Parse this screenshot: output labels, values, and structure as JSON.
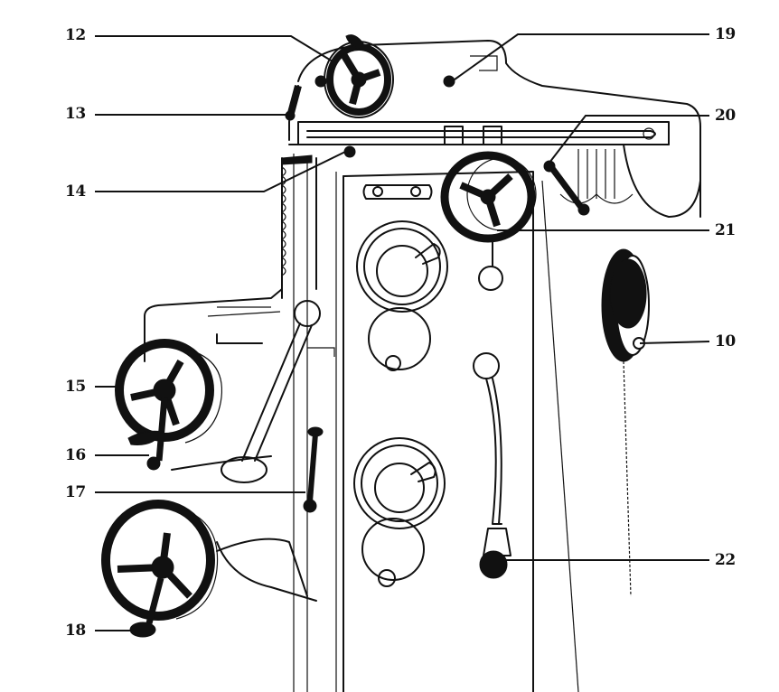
{
  "figure": {
    "description": "Milling machine controls line drawing with numbered callouts",
    "callouts": [
      {
        "id": "12",
        "label": "12"
      },
      {
        "id": "13",
        "label": "13"
      },
      {
        "id": "14",
        "label": "14"
      },
      {
        "id": "15",
        "label": "15"
      },
      {
        "id": "16",
        "label": "16"
      },
      {
        "id": "17",
        "label": "17"
      },
      {
        "id": "18",
        "label": "18"
      },
      {
        "id": "19",
        "label": "19"
      },
      {
        "id": "20",
        "label": "20"
      },
      {
        "id": "21",
        "label": "21"
      },
      {
        "id": "10",
        "label": "10"
      },
      {
        "id": "22",
        "label": "22"
      }
    ]
  }
}
